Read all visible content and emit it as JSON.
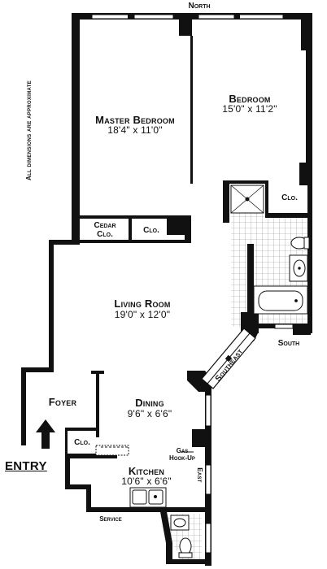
{
  "compass": {
    "north": "North",
    "south": "South",
    "east": "East",
    "southeast": "Southeast"
  },
  "note": "All dimensions are approximate",
  "rooms": {
    "master_bedroom": {
      "name": "Master Bedroom",
      "dim": "18'4\" x 11'0\""
    },
    "bedroom": {
      "name": "Bedroom",
      "dim": "15'0\" x 11'2\""
    },
    "living_room": {
      "name": "Living Room",
      "dim": "19'0\" x 12'0\""
    },
    "dining": {
      "name": "Dining",
      "dim": "9'6\" x 6'6\""
    },
    "kitchen": {
      "name": "Kitchen",
      "dim": "10'6\" x 6'6\""
    },
    "foyer": {
      "name": "Foyer"
    }
  },
  "closets": {
    "cedar_line1": "Cedar",
    "cedar_line2": "Clo.",
    "master_clo": "Clo.",
    "bath_clo": "Clo.",
    "foyer_clo": "Clo."
  },
  "labels": {
    "gas_line1": "Gas",
    "gas_line2": "Hook-Up",
    "service": "Service",
    "entry": "ENTRY"
  }
}
